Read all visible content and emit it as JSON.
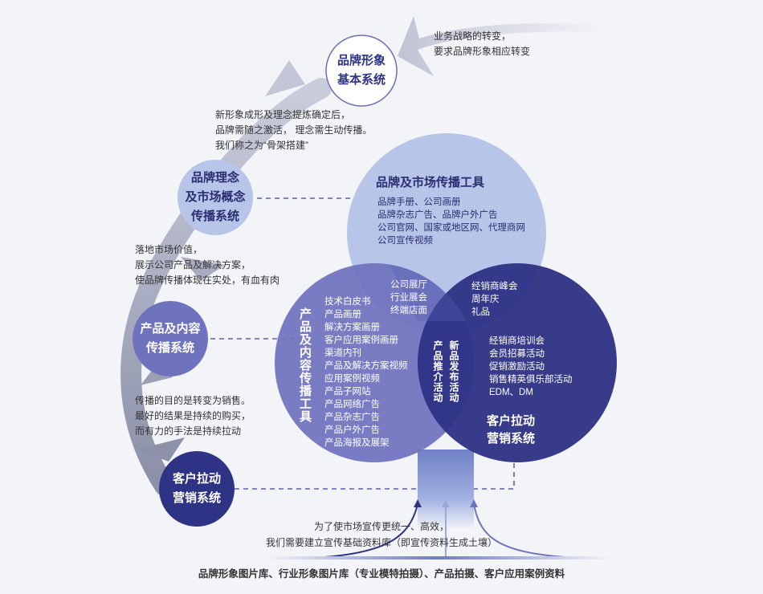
{
  "colors": {
    "background": "#f3f4f8",
    "light_circle": "#b7c5e9",
    "mid_circle": "#6f72bd",
    "dark_circle": "#2f3385",
    "overlap": "#3c3f96",
    "dashed_line": "#5b5fb0",
    "arrow_gray": "#c8cbd8"
  },
  "nodes": {
    "brand_image": "品牌形象\n基本系统",
    "brand_concept": "品牌理念\n及市场概念\n传播系统",
    "product_content": "产品及内容\n传播系统",
    "customer_pull_small": "客户拉动\n营销系统"
  },
  "notes": {
    "strategy_change": "业务战略的转变，\n要求品牌形象相应转变",
    "new_image": "新形象成形及理念提炼确定后，\n品牌需随之激活， 理念需生动传播。\n我们称之为“骨架搭建”",
    "market_value": "落地市场价值，\n展示公司产品及解决方案，\n使品牌传播体现在实处，有血有肉",
    "sales_purpose": "传播的目的是转变为销售。\n最好的结果是持续的购买，\n而有力的手法是持续拉动",
    "foundation": "为了使市场宣传更统一、高效，\n我们需要建立宣传基础资料库（即宣传资料生成土壤）",
    "bottom_line": "品牌形象图片库、行业形象图片库（专业模特拍摄）、产品拍摄、客户应用案例资料"
  },
  "venn": {
    "top": {
      "title": "品牌及市场传播工具",
      "items": [
        "品牌手册、公司画册",
        "品牌杂志广告、品牌户外广告",
        "公司官网、国家或地区网、代理商网",
        "公司宣传视频"
      ]
    },
    "left": {
      "title": "产品及内容传播工具",
      "items": [
        "技术白皮书",
        "产品画册",
        "解决方案画册",
        "客户应用案例画册",
        "渠道内刊",
        "产品及解决方案视频",
        "应用案例视频",
        "产品子网站",
        "产品网络广告",
        "产品杂志广告",
        "产品户外广告",
        "产品海报及展架"
      ]
    },
    "top_left_overlap": [
      "公司展厅",
      "行业展会",
      "终端店面"
    ],
    "top_right_overlap": [
      "经销商峰会",
      "周年庆",
      "礼品"
    ],
    "right": {
      "title": "客户拉动\n营销系统",
      "items": [
        "经销商培训会",
        "会员招募活动",
        "促销激励活动",
        "销售精英俱乐部活动",
        "EDM、DM"
      ]
    },
    "center_col1": "产品推介活动",
    "center_col2": "新品发布活动"
  }
}
